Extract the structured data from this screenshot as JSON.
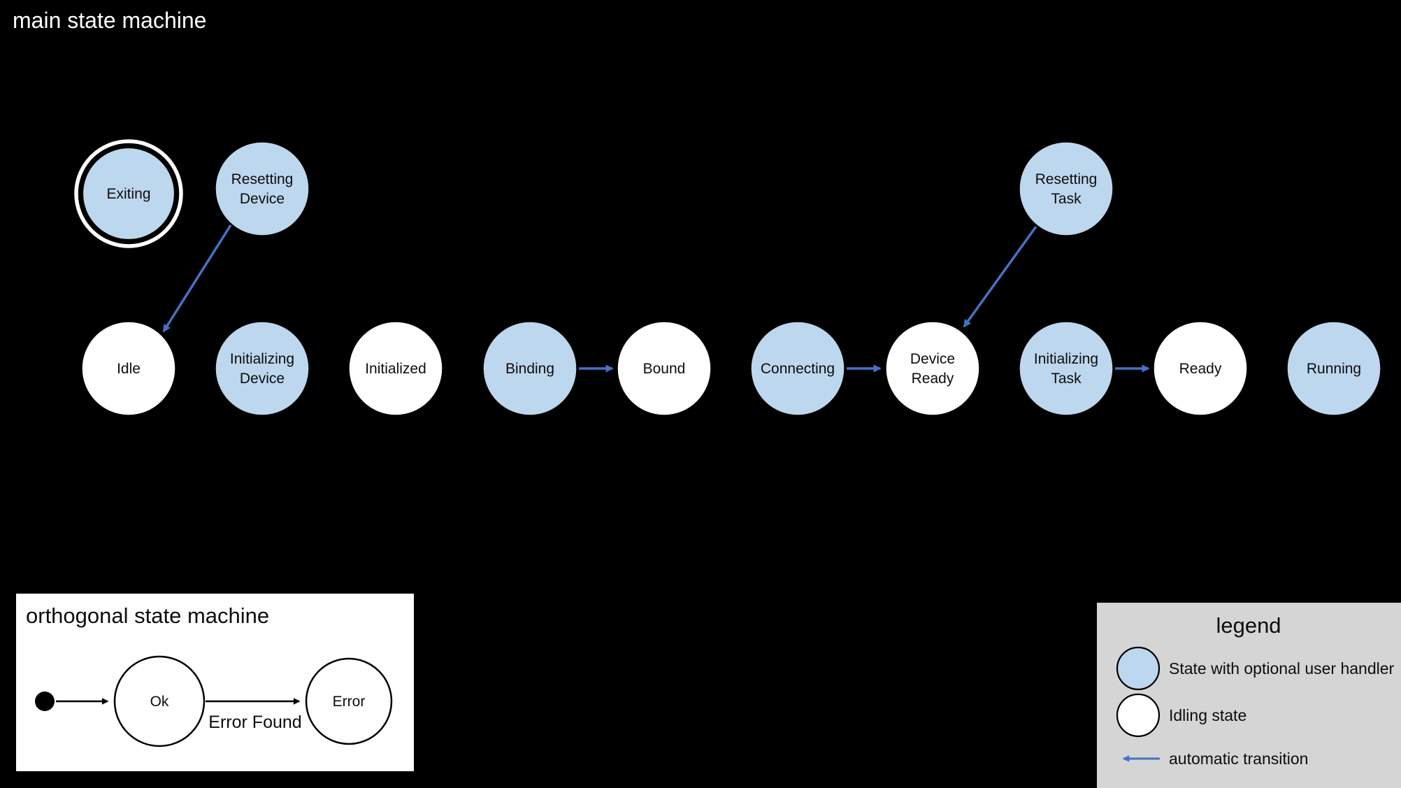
{
  "diagram_title": "main state machine",
  "colors": {
    "background": "#000000",
    "user_handler_state_fill": "#BDD7EE",
    "idling_state_fill": "#FFFFFF",
    "state_outline": "#000000",
    "final_state_ring": "#FFFFFF",
    "transition_arrow": "#4472C4",
    "black_arrow": "#000000",
    "orthogonal_box_fill": "#FFFFFF",
    "legend_box_fill": "#D5D5D5",
    "title_text": "#FFFFFF"
  },
  "main_machine": {
    "states": {
      "exiting": {
        "label": "Exiting",
        "kind": "user-handler",
        "decoration": "double-circle"
      },
      "resetting_device": {
        "label": "Resetting Device",
        "line1": "Resetting",
        "line2": "Device",
        "kind": "user-handler"
      },
      "resetting_task": {
        "label": "Resetting Task",
        "line1": "Resetting",
        "line2": "Task",
        "kind": "user-handler"
      },
      "idle": {
        "label": "Idle",
        "kind": "idling"
      },
      "initializing_device": {
        "label": "Initializing Device",
        "line1": "Initializing",
        "line2": "Device",
        "kind": "user-handler"
      },
      "initialized": {
        "label": "Initialized",
        "kind": "idling"
      },
      "binding": {
        "label": "Binding",
        "kind": "user-handler"
      },
      "bound": {
        "label": "Bound",
        "kind": "idling"
      },
      "connecting": {
        "label": "Connecting",
        "kind": "user-handler"
      },
      "device_ready": {
        "label": "Device Ready",
        "line1": "Device",
        "line2": "Ready",
        "kind": "idling"
      },
      "initializing_task": {
        "label": "Initializing Task",
        "line1": "Initializing",
        "line2": "Task",
        "kind": "user-handler"
      },
      "ready": {
        "label": "Ready",
        "kind": "idling"
      },
      "running": {
        "label": "Running",
        "kind": "user-handler"
      }
    },
    "transitions": [
      {
        "from": "Resetting Device",
        "to": "Idle",
        "style": "automatic"
      },
      {
        "from": "Binding",
        "to": "Bound",
        "style": "automatic"
      },
      {
        "from": "Connecting",
        "to": "Device Ready",
        "style": "automatic"
      },
      {
        "from": "Resetting Task",
        "to": "Device Ready",
        "style": "automatic"
      },
      {
        "from": "Initializing Task",
        "to": "Ready",
        "style": "automatic"
      }
    ]
  },
  "orthogonal_machine": {
    "title": "orthogonal state machine",
    "states": {
      "ok": {
        "label": "Ok"
      },
      "error": {
        "label": "Error"
      }
    },
    "transitions": [
      {
        "from": "initial",
        "to": "Ok",
        "label": ""
      },
      {
        "from": "Ok",
        "to": "Error",
        "label": "Error Found"
      }
    ]
  },
  "legend": {
    "title": "legend",
    "items": [
      {
        "symbol": "user-handler-state-circle",
        "label": "State with optional user handler"
      },
      {
        "symbol": "idling-state-circle",
        "label": "Idling state"
      },
      {
        "symbol": "automatic-transition-arrow",
        "label": "automatic transition"
      }
    ]
  }
}
